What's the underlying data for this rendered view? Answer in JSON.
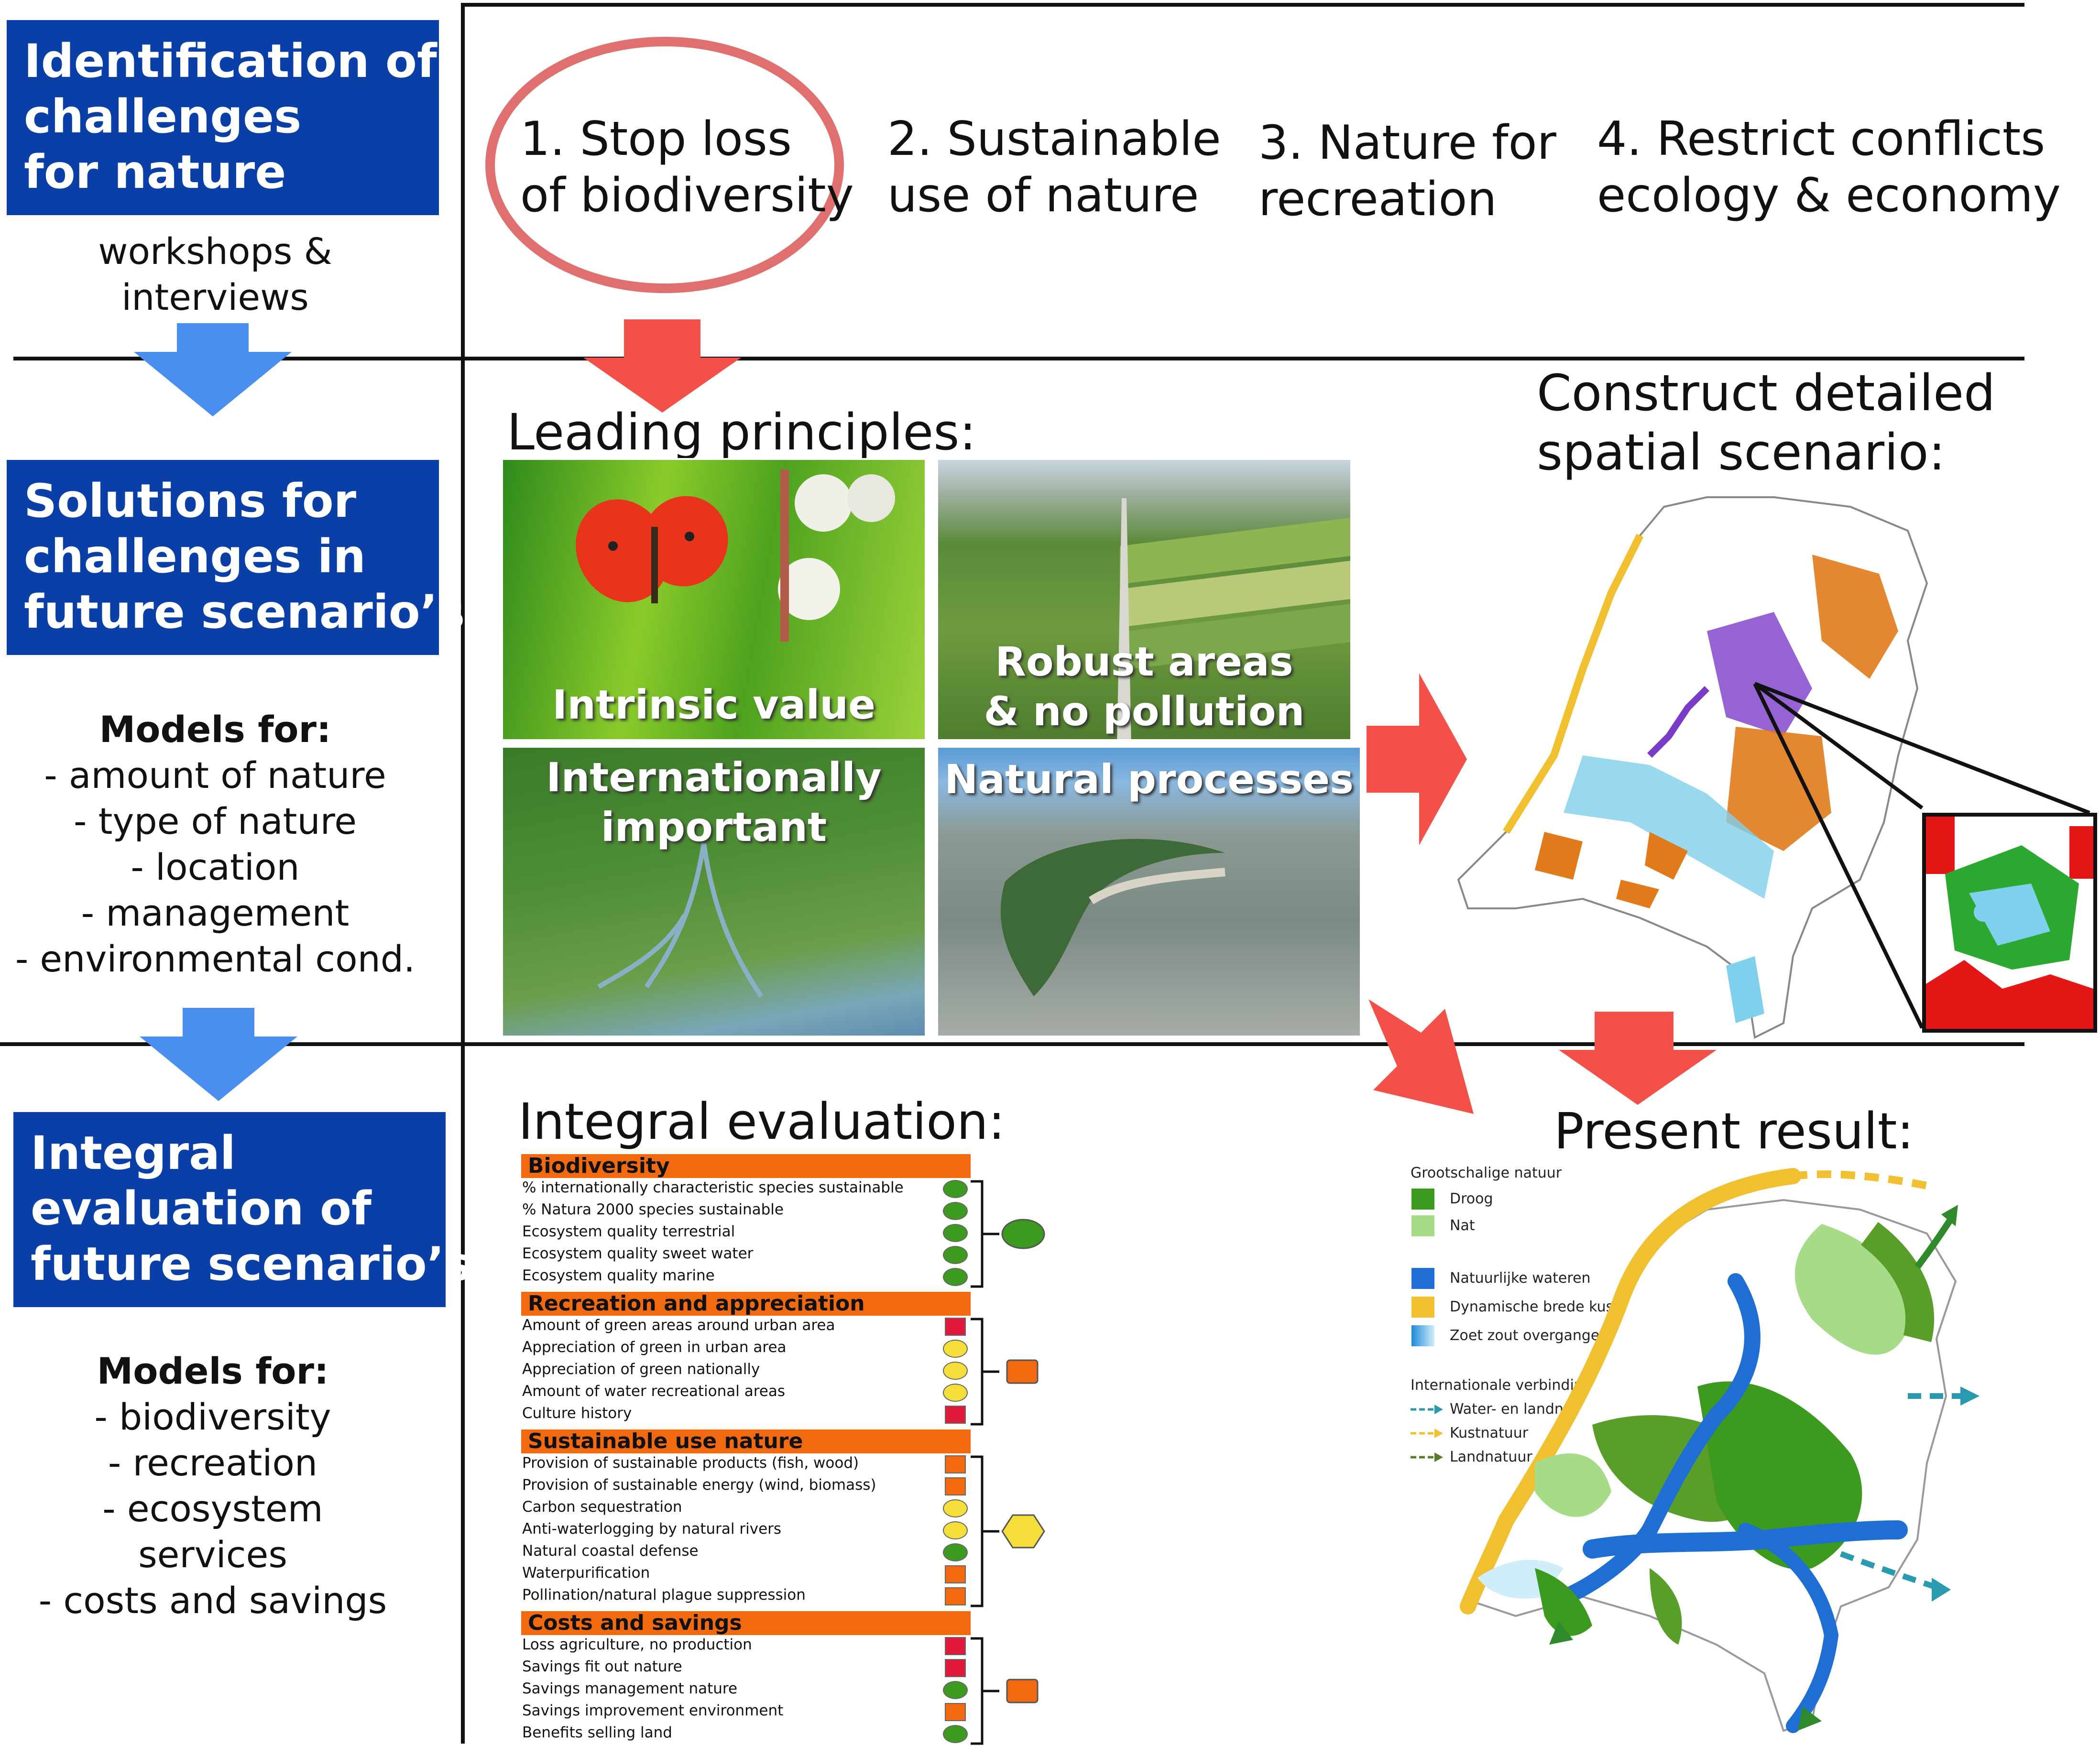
{
  "steps": {
    "step1": [
      "Identification of",
      "challenges",
      "for nature"
    ],
    "step1_method": [
      "workshops &",
      "interviews"
    ],
    "step2": [
      "Solutions for",
      "challenges in",
      "future scenario’s"
    ],
    "step3": [
      "Integral",
      "evaluation of",
      "future scenario’s"
    ]
  },
  "models_solutions": {
    "heading": "Models for:",
    "items": [
      "- amount of nature",
      "- type of nature",
      "- location",
      "- management",
      "- environmental cond."
    ]
  },
  "models_evaluation": {
    "heading": "Models for:",
    "items": [
      "- biodiversity",
      "- recreation",
      "- ecosystem",
      "services",
      "- costs and savings"
    ]
  },
  "challenges": [
    [
      "1. Stop loss",
      "of biodiversity"
    ],
    [
      "2. Sustainable",
      "use of nature"
    ],
    [
      "3. Nature for",
      "recreation"
    ],
    [
      "4. Restrict conflicts",
      "ecology & economy"
    ]
  ],
  "leading_principles": {
    "title": "Leading principles:",
    "photos": [
      [
        "Intrinsic value"
      ],
      [
        "Robust areas",
        "& no pollution"
      ],
      [
        "Internationally",
        "important"
      ],
      [
        "Natural processes"
      ]
    ]
  },
  "spatial": {
    "title": [
      "Construct detailed",
      "spatial scenario:"
    ]
  },
  "integral_evaluation": {
    "title": "Integral evaluation:",
    "groups": [
      {
        "name": "Biodiversity",
        "rows": [
          "% internationally characteristic species sustainable",
          "% Natura 2000 species sustainable",
          "Ecosystem quality terrestrial",
          "Ecosystem quality sweet water",
          "Ecosystem quality marine"
        ],
        "row_indicators": [
          "green",
          "green",
          "green",
          "green",
          "green"
        ],
        "summary": "green-ellipse"
      },
      {
        "name": "Recreation and appreciation",
        "rows": [
          "Amount of green areas around urban area",
          "Appreciation of green in urban area",
          "Appreciation of green nationally",
          "Amount of water recreational areas",
          "Culture history"
        ],
        "row_indicators": [
          "red",
          "yellow",
          "yellow",
          "yellow",
          "red"
        ],
        "summary": "orange-square"
      },
      {
        "name": "Sustainable use nature",
        "rows": [
          "Provision of sustainable products (fish, wood)",
          "Provision of sustainable energy (wind, biomass)",
          "Carbon sequestration",
          "Anti-waterlogging by natural rivers",
          "Natural coastal defense",
          "Waterpurification",
          "Pollination/natural plague suppression"
        ],
        "row_indicators": [
          "orange",
          "orange",
          "yellow",
          "yellow",
          "green",
          "orange",
          "orange"
        ],
        "summary": "yellow-hexagon"
      },
      {
        "name": "Costs and savings",
        "rows": [
          "Loss agriculture, no production",
          "Savings fit out nature",
          "Savings management nature",
          "Savings improvement environment",
          "Benefits selling land"
        ],
        "row_indicators": [
          "red",
          "red",
          "green",
          "orange",
          "green"
        ],
        "summary": "orange-square"
      }
    ],
    "colors": {
      "green": "#3c9a1e",
      "yellow": "#f5de3a",
      "orange": "#f26a10",
      "red": "#e0183c",
      "bar": "#f26a10"
    }
  },
  "present_result": {
    "title": "Present result:",
    "legend": {
      "group1_title": "Grootschalige natuur",
      "droog": "Droog",
      "nat": "Nat",
      "wateren": "Natuurlijke wateren",
      "kust": "Dynamische brede kust",
      "zoetzout": "Zoet zout overgangen",
      "group2_title": "Internationale verbindingen",
      "water_land": "Water- en landnatuur",
      "kustnatuur": "Kustnatuur",
      "landnatuur": "Landnatuur"
    }
  },
  "colors": {
    "blue_box": "#0a3fa8",
    "arrow_blue": "#4a8ef0",
    "arrow_red": "#f4504a",
    "circle": "#e07070"
  }
}
